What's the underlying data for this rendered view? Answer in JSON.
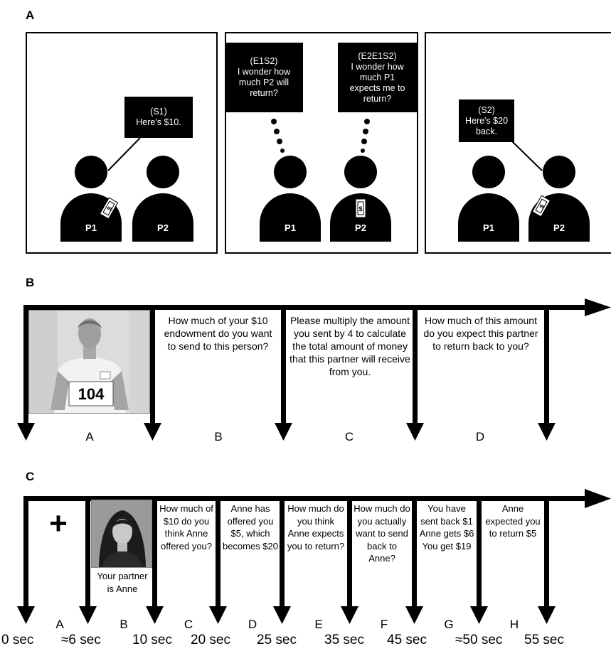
{
  "panel_a": {
    "letter": "A",
    "frames": [
      {
        "bubbles": [
          {
            "id": "S1",
            "lines": [
              "(S1)",
              "Here's $10."
            ]
          }
        ],
        "people": [
          "P1",
          "P2"
        ]
      },
      {
        "bubbles": [
          {
            "id": "E1S2",
            "lines": [
              "(E1S2)",
              "I wonder how",
              "much P2 will",
              "return?"
            ]
          },
          {
            "id": "E2E1S2",
            "lines": [
              "(E2E1S2)",
              "I wonder how",
              "much P1",
              "expects me to",
              "return?"
            ]
          }
        ],
        "people": [
          "P1",
          "P2"
        ]
      },
      {
        "bubbles": [
          {
            "id": "S2",
            "lines": [
              "(S2)",
              "Here's $20",
              "back."
            ]
          }
        ],
        "people": [
          "P1",
          "P2"
        ]
      }
    ],
    "money_symbol": "$"
  },
  "panel_b": {
    "letter": "B",
    "photo_badge_number": "104",
    "segments": [
      {
        "label": "A",
        "text": ""
      },
      {
        "label": "B",
        "text": "How much of your $10 endowment do you want to send to this person?"
      },
      {
        "label": "C",
        "text": "Please multiply the amount you sent by 4 to calculate the total amount of money that this partner will receive from you."
      },
      {
        "label": "D",
        "text": "How much of this amount do you expect this partner to return back to you?"
      }
    ]
  },
  "panel_c": {
    "letter": "C",
    "fixation_symbol": "+",
    "segments": [
      {
        "label": "A",
        "text": ""
      },
      {
        "label": "B",
        "text": "Your partner is Anne"
      },
      {
        "label": "C",
        "text": "How much of $10 do you think Anne offered you?"
      },
      {
        "label": "D",
        "text": "Anne has offered you $5, which becomes $20"
      },
      {
        "label": "E",
        "text": "How much do you think Anne expects you to return?"
      },
      {
        "label": "F",
        "text": "How much do you actually want to send back to Anne?"
      },
      {
        "label": "G",
        "text": "You have sent back $1 Anne gets $6 You get $19"
      },
      {
        "label": "H",
        "text": "Anne expected you to return $5"
      }
    ],
    "times": [
      "0 sec",
      "≈6 sec",
      "10 sec",
      "20 sec",
      "25 sec",
      "35 sec",
      "45 sec",
      "≈50 sec",
      "55 sec"
    ]
  }
}
